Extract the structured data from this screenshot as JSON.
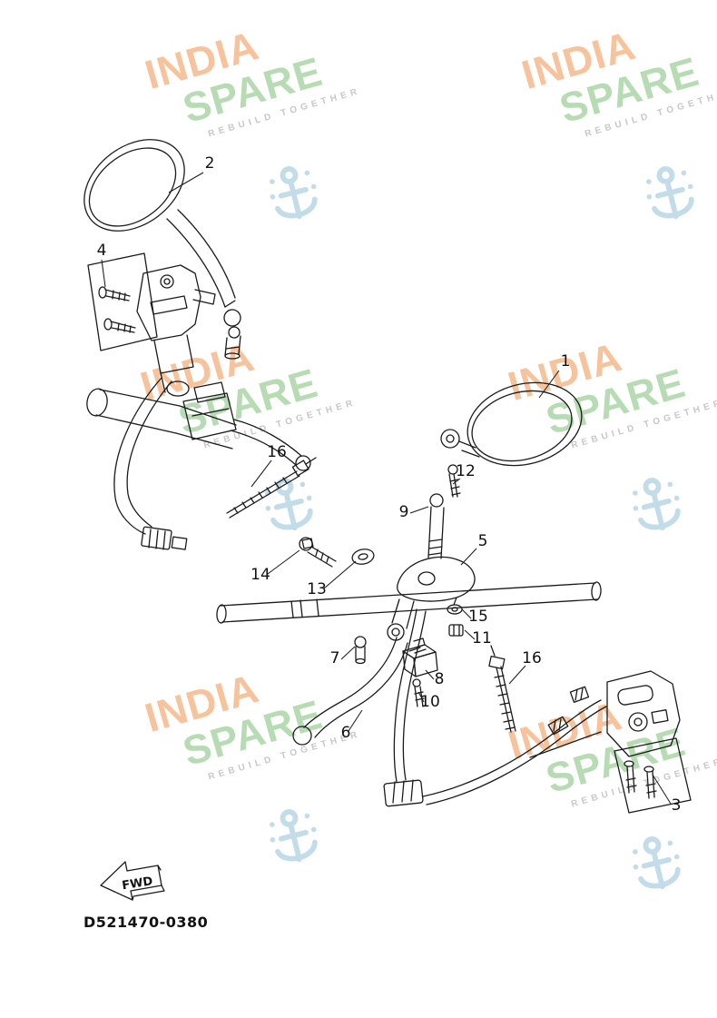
{
  "watermark": {
    "line1": "INDIA",
    "line2": "SPARE",
    "line3": "REBUILD TOGETHER",
    "colors": {
      "india": "#f6c39c",
      "spare": "#b7dcb4",
      "rebuild": "#c8c8c8",
      "icon": "#c2dcea"
    }
  },
  "diagram": {
    "code": "D521470-0380",
    "fwd_label": "FWD"
  },
  "callouts": [
    {
      "label": "2"
    },
    {
      "label": "4"
    },
    {
      "label": "1"
    },
    {
      "label": "16"
    },
    {
      "label": "12"
    },
    {
      "label": "9"
    },
    {
      "label": "5"
    },
    {
      "label": "14"
    },
    {
      "label": "13"
    },
    {
      "label": "15"
    },
    {
      "label": "11"
    },
    {
      "label": "7"
    },
    {
      "label": "16"
    },
    {
      "label": "8"
    },
    {
      "label": "10"
    },
    {
      "label": "6"
    },
    {
      "label": "3"
    }
  ]
}
